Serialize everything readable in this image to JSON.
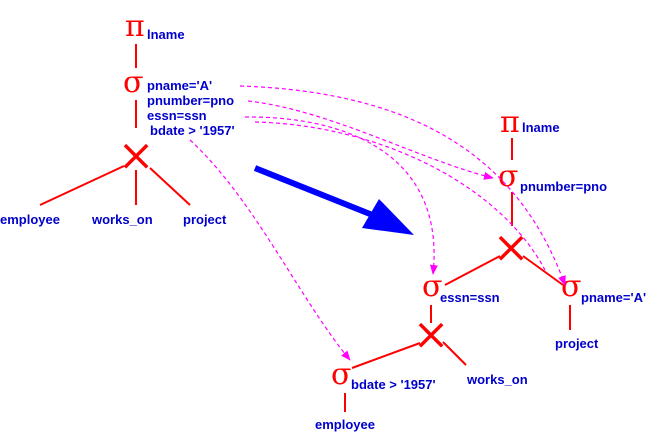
{
  "colors": {
    "tree": "#ff0000",
    "label": "#0000cc",
    "mapping_arrow": "#ff00ff",
    "transform_arrow": "#0000ff"
  },
  "symbols": {
    "project": "π",
    "select": "σ",
    "join": "×"
  },
  "original_tree": {
    "projection": "lname",
    "conditions": [
      "pname='A'",
      "pnumber=pno",
      "essn=ssn",
      "bdate > '1957'"
    ],
    "relations": [
      "employee",
      "works_on",
      "project"
    ]
  },
  "optimized_tree": {
    "projection": "lname",
    "top_select": "pnumber=pno",
    "mid_select": "essn=ssn",
    "project_select": "pname='A'",
    "employee_select": "bdate > '1957'",
    "relations": {
      "project": "project",
      "works_on": "works_on",
      "employee": "employee"
    }
  }
}
